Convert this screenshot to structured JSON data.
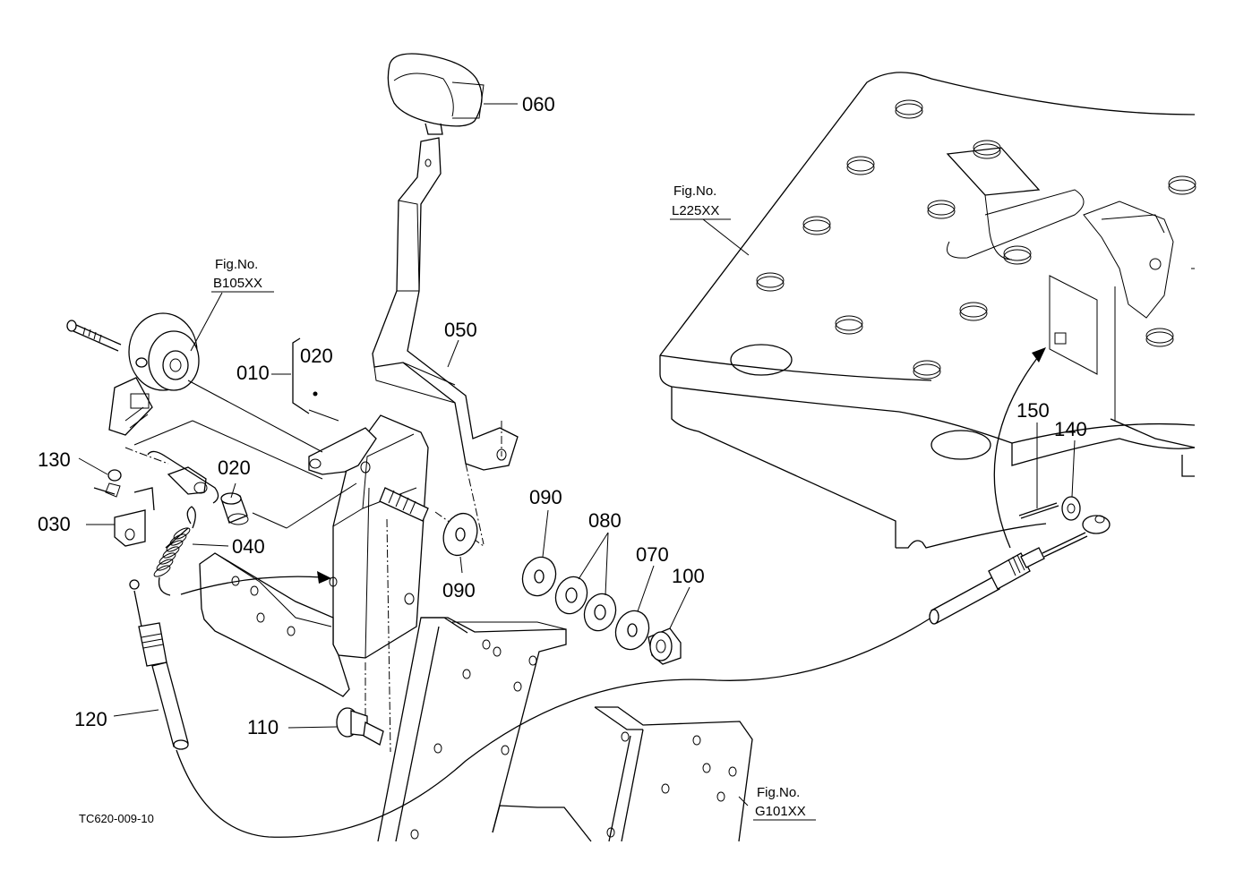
{
  "diagram_code": "TC620-009-10",
  "parts": [
    {
      "id": "p010",
      "label": "010"
    },
    {
      "id": "p020a",
      "label": "020"
    },
    {
      "id": "p020b",
      "label": "020"
    },
    {
      "id": "p030",
      "label": "030"
    },
    {
      "id": "p040",
      "label": "040"
    },
    {
      "id": "p050",
      "label": "050"
    },
    {
      "id": "p060",
      "label": "060"
    },
    {
      "id": "p070",
      "label": "070"
    },
    {
      "id": "p080",
      "label": "080"
    },
    {
      "id": "p090a",
      "label": "090"
    },
    {
      "id": "p090b",
      "label": "090"
    },
    {
      "id": "p100",
      "label": "100"
    },
    {
      "id": "p110",
      "label": "110"
    },
    {
      "id": "p120",
      "label": "120"
    },
    {
      "id": "p130",
      "label": "130"
    },
    {
      "id": "p140",
      "label": "140"
    },
    {
      "id": "p150",
      "label": "150"
    }
  ],
  "figure_refs": [
    {
      "id": "b105",
      "line1": "Fig.No.",
      "line2": "B105XX"
    },
    {
      "id": "l225",
      "line1": "Fig.No.",
      "line2": "L225XX"
    },
    {
      "id": "g101",
      "line1": "Fig.No.",
      "line2": "G101XX"
    }
  ]
}
